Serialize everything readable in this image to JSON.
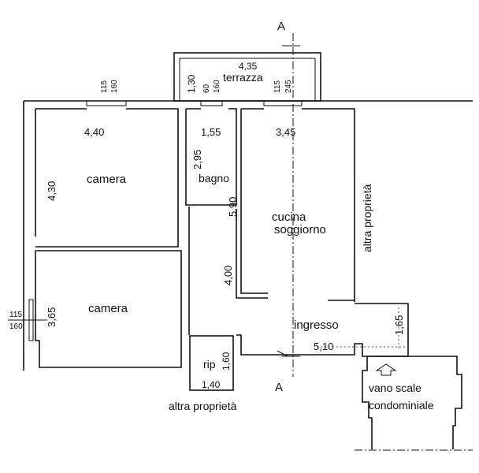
{
  "title": "Floor plan",
  "section_marker": "A",
  "rooms": {
    "terrazza": {
      "label": "terrazza",
      "width": "4,35",
      "depth": "1,30"
    },
    "camera_top": {
      "label": "camera",
      "width": "4,40",
      "depth": "4,30"
    },
    "bagno": {
      "label": "bagno",
      "width": "1,55",
      "depth": "2,95"
    },
    "cucina": {
      "label_line1": "cucina",
      "label_line2": "soggiorno",
      "width": "3,45",
      "depth": "5,90"
    },
    "corridoio": {
      "depth": "4,00"
    },
    "camera_bottom": {
      "label": "camera",
      "depth": "3,65"
    },
    "ingresso": {
      "label": "ingresso",
      "width": "5,10",
      "depth": "1,65"
    },
    "rip": {
      "label": "rip",
      "width": "1,40",
      "depth": "1,60"
    },
    "vano_scale": {
      "label_line1": "vano scale",
      "label_line2": "condominiale"
    }
  },
  "windows": {
    "camera_top": {
      "top": "115",
      "bottom": "160"
    },
    "bagno": {
      "top": "60",
      "bottom": "160"
    },
    "cucina": {
      "top": "115",
      "bottom": "245"
    },
    "camera_bottom": {
      "top": "115",
      "bottom": "160"
    }
  },
  "neighbors": {
    "right": "altra proprietà",
    "bottom": "altra proprietà"
  }
}
